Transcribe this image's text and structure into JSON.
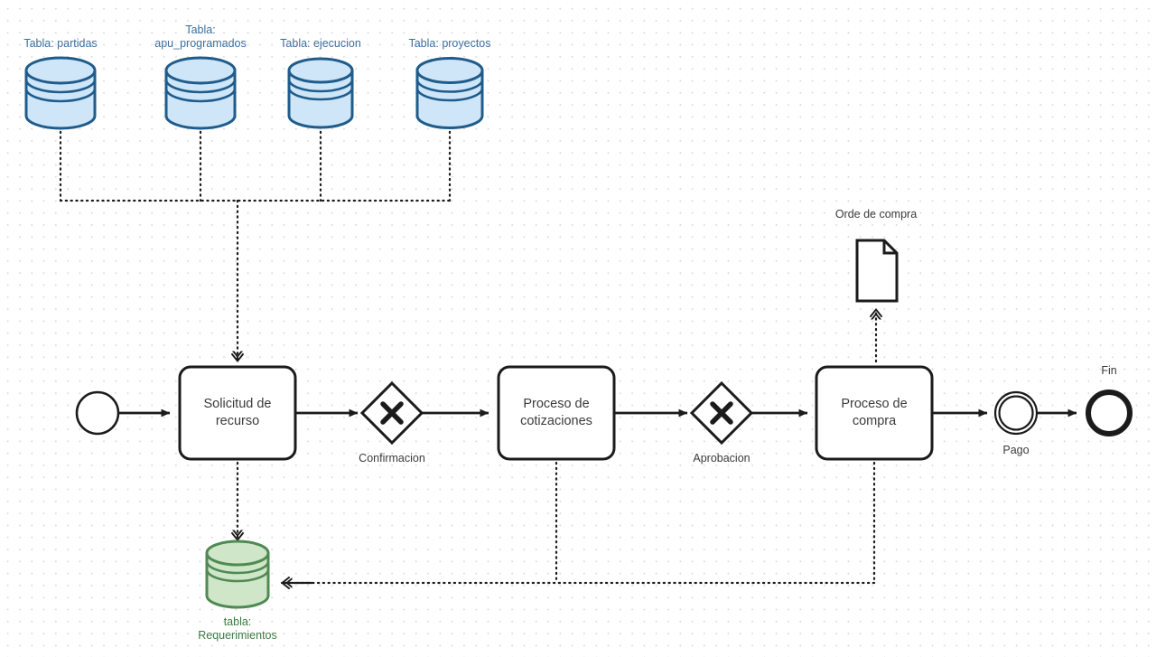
{
  "diagram": {
    "type": "bpmn-process-flow",
    "title": "",
    "background": "#ffffff",
    "grid": "dotted",
    "colors": {
      "db_blue_fill": "#cfe6f9",
      "db_blue_stroke": "#1f5c8b",
      "db_blue_label": "#3c6e9f",
      "db_green_fill": "#cfe6c9",
      "db_green_stroke": "#4f8a52",
      "db_green_label": "#3c7a42",
      "flow_stroke": "#1b1b1b",
      "task_fill": "#ffffff",
      "task_stroke": "#1b1b1b",
      "text": "#3b3b3b"
    },
    "data_stores": [
      {
        "name": "partidas",
        "label": "Tabla: partidas",
        "color": "blue"
      },
      {
        "name": "apu_programados",
        "label": "Tabla:\napu_programados",
        "color": "blue"
      },
      {
        "name": "ejecucion",
        "label": "Tabla: ejecucion",
        "color": "blue"
      },
      {
        "name": "proyectos",
        "label": "Tabla: proyectos",
        "color": "blue"
      },
      {
        "name": "requerimientos",
        "label": "tabla:\nRequerimientos",
        "color": "green"
      }
    ],
    "events": [
      {
        "name": "start",
        "label": "",
        "kind": "start-event"
      },
      {
        "name": "pago",
        "label": "Pago",
        "kind": "intermediate-event"
      },
      {
        "name": "fin",
        "label": "Fin",
        "kind": "end-event"
      }
    ],
    "tasks": [
      {
        "name": "solicitud-de-recurso",
        "label": "Solicitud de\nrecurso"
      },
      {
        "name": "proceso-de-cotizaciones",
        "label": "Proceso de\ncotizaciones"
      },
      {
        "name": "proceso-de-compra",
        "label": "Proceso de\ncompra"
      }
    ],
    "gateways": [
      {
        "name": "confirmacion",
        "label": "Confirmacion",
        "marker": "X"
      },
      {
        "name": "aprobacion",
        "label": "Aprobacion",
        "marker": "X"
      }
    ],
    "artifacts": [
      {
        "name": "orde-de-compra",
        "label": "Orde de compra",
        "kind": "document"
      }
    ]
  }
}
